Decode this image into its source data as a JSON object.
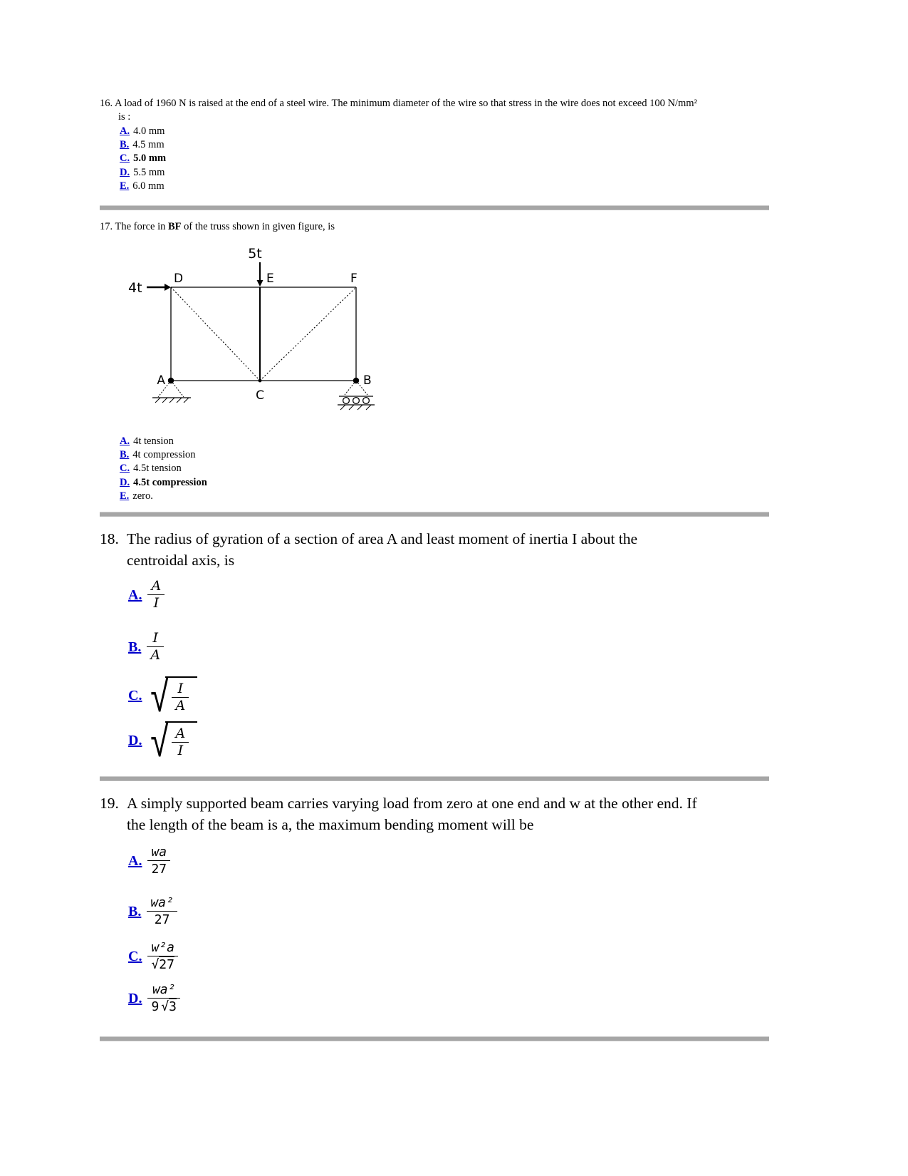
{
  "colors": {
    "link_blue": "#0000cc",
    "separator_gray": "#a6a6a6"
  },
  "questions": {
    "q16": {
      "number": "16.",
      "stem_line1": "A load of 1960 N is raised at the end of a steel wire. The minimum diameter of the wire so that stress in the wire does not exceed 100 N/mm²",
      "stem_line2": "is :",
      "options": [
        {
          "letter": "A.",
          "text": "4.0 mm"
        },
        {
          "letter": "B.",
          "text": "4.5 mm"
        },
        {
          "letter": "C.",
          "text": "5.0 mm"
        },
        {
          "letter": "D.",
          "text": "5.5 mm"
        },
        {
          "letter": "E.",
          "text": "6.0 mm"
        }
      ]
    },
    "q17": {
      "number": "17.",
      "stem_pre": "The force in ",
      "stem_bold": "BF",
      "stem_post": " of the truss shown in given figure, is",
      "figure": {
        "top_load": "5t",
        "side_load": "4t",
        "joints": {
          "D": "D",
          "E": "E",
          "F": "F",
          "A": "A",
          "B": "B",
          "C": "C"
        }
      },
      "options": [
        {
          "letter": "A.",
          "text": "4t tension"
        },
        {
          "letter": "B.",
          "text": "4t compression"
        },
        {
          "letter": "C.",
          "text": "4.5t tension"
        },
        {
          "letter": "D.",
          "text": "4.5t compression"
        },
        {
          "letter": "E.",
          "text": "zero."
        }
      ]
    },
    "q18": {
      "number": "18.",
      "stem_line1": "The radius of gyration of a section of area A and least moment of inertia I about the",
      "stem_line2": "centroidal axis, is",
      "options": [
        {
          "letter": "A.",
          "num": "A",
          "den": "I"
        },
        {
          "letter": "B.",
          "num": "I",
          "den": "A"
        },
        {
          "letter": "C.",
          "num": "I",
          "den": "A"
        },
        {
          "letter": "D.",
          "num": "A",
          "den": "I"
        }
      ]
    },
    "q19": {
      "number": "19.",
      "stem_line1": "A simply supported beam carries varying load from zero at one end and w at the other end. If",
      "stem_line2": "the length of the beam is a, the maximum bending moment will be",
      "options": [
        {
          "letter": "A.",
          "num": "wa",
          "den": "27"
        },
        {
          "letter": "B.",
          "num": "wa²",
          "den": "27"
        },
        {
          "letter": "C.",
          "num": "w²a",
          "den_radicand": "27"
        },
        {
          "letter": "D.",
          "num": "wa²",
          "den_prefix": "9",
          "den_radicand": "3"
        }
      ]
    }
  }
}
